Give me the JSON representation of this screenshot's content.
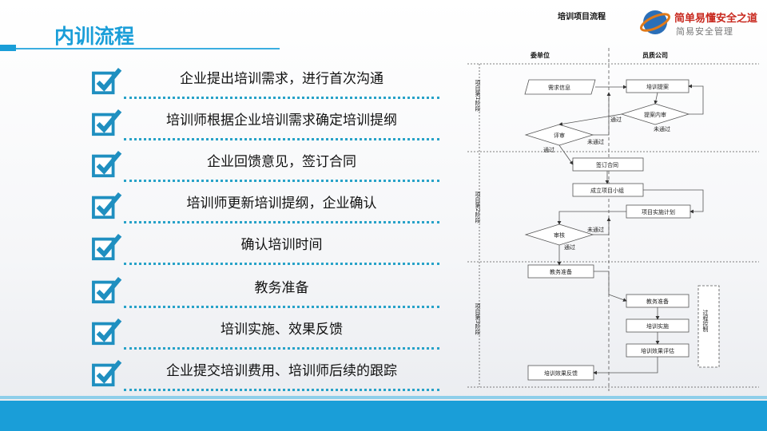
{
  "slide": {
    "title": "内训流程"
  },
  "brand": {
    "name": "简单易懂安全之道",
    "sub": "简易安全管理"
  },
  "items": [
    {
      "text": "企业提出培训需求，进行首次沟通"
    },
    {
      "text": "培训师根据企业培训需求确定培训提纲"
    },
    {
      "text": "企业回馈意见，签订合同"
    },
    {
      "text": "培训师更新培训提纲，企业确认"
    },
    {
      "text": "确认培训时间"
    },
    {
      "text": "教务准备"
    },
    {
      "text": "培训实施、效果反馈"
    },
    {
      "text": "企业提交培训费用、培训师后续的跟踪"
    }
  ],
  "flowchart": {
    "title": "培训项目流程",
    "col_left": "委单位",
    "col_right": "员质公司",
    "stages": [
      "项目第1阶段",
      "项目第2阶段",
      "项目第3阶段"
    ],
    "nodes": {
      "demand": "需求信息",
      "proposal": "培训提案",
      "review_content": "提案内审",
      "review": "评审",
      "contract": "签订合同",
      "team": "成立项目小组",
      "plan": "项目实施计划",
      "audit": "审核",
      "edu_left": "教务准备",
      "edu_right": "教务准备",
      "implement": "培训实施",
      "evaluate": "培训效果评估",
      "feedback": "培训效果反馈",
      "process_ctrl": "过程控制"
    },
    "labels": {
      "pass": "通过",
      "fail": "未通过"
    }
  }
}
